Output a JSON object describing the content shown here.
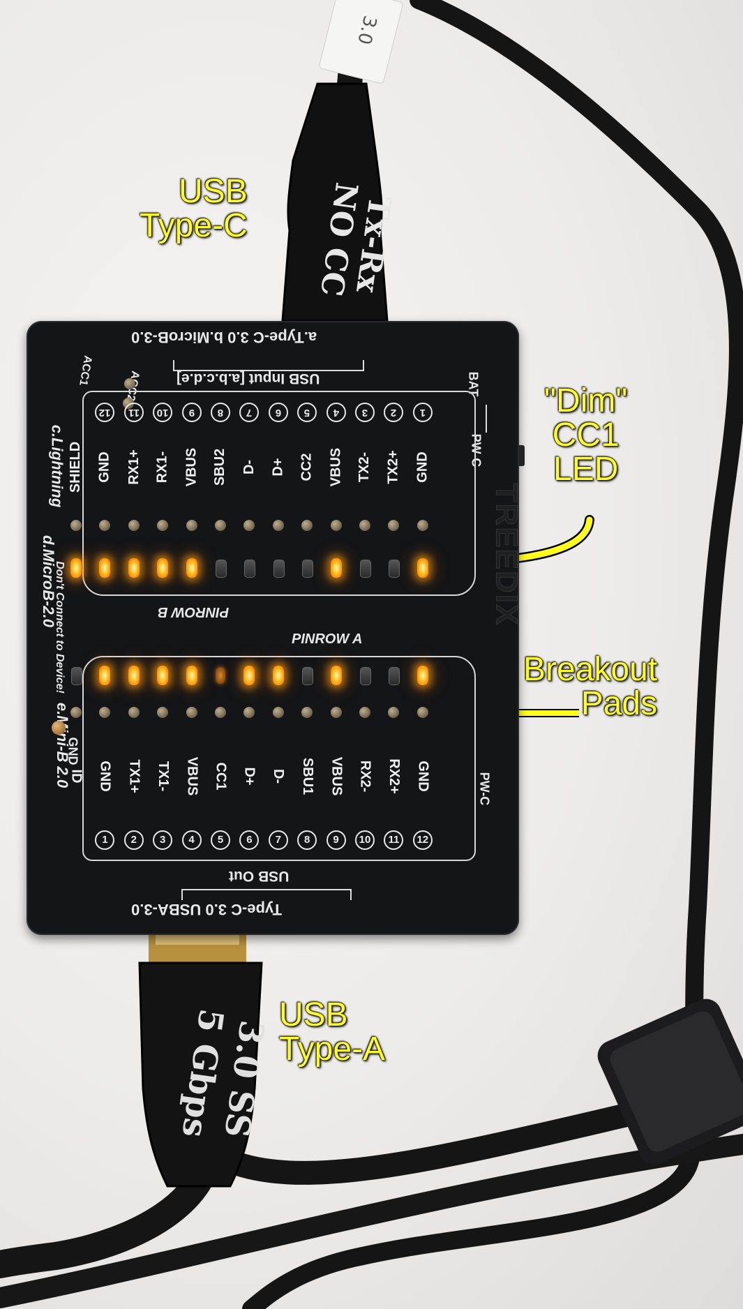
{
  "callouts": {
    "usb_c": [
      "USB",
      "Type-C"
    ],
    "dim_cc1": [
      "\"Dim\"",
      "CC1",
      "LED"
    ],
    "breakout": [
      "Breakout",
      "Pads"
    ],
    "usb_a": [
      "USB",
      "Type-A"
    ]
  },
  "cable_marks": {
    "top": [
      "Tx-Rx",
      "NO CC"
    ],
    "bottom": [
      "3.0 SS",
      "5 Gbps"
    ],
    "top_tag": "3.0"
  },
  "board": {
    "input_types": "a.Type-C 3.0   b.MicroB-3.0",
    "input_label": "USB Input [a.b.c.d.e]",
    "acc1": "ACC1",
    "acc2": "ACC2",
    "lightning": "c.Lightning",
    "bat": "BAT",
    "pwc_top": "PW-C",
    "pinrow_b": "PINROW B",
    "pinrow_a": "PINROW A",
    "dont_connect": "Don't Connect to Device!",
    "microb2": "d.MicroB-2.0",
    "minib": "e.Mini-B 2.0",
    "gnd_side": "GND",
    "brand": "TREEDIX",
    "pwc_side": "PW-C",
    "out_label": "USB Out",
    "out_types": "Type-C 3.0   USBA-3.0",
    "rowB_labels": [
      "GND",
      "TX2+",
      "TX2-",
      "VBUS",
      "CC2",
      "D+",
      "D-",
      "SBU2",
      "VBUS",
      "RX1-",
      "RX1+",
      "GND",
      "SHIELD"
    ],
    "rowB_nums": [
      "1",
      "2",
      "3",
      "4",
      "5",
      "6",
      "7",
      "8",
      "9",
      "10",
      "11",
      "12"
    ],
    "rowA_labels": [
      "ID",
      "GND",
      "TX1+",
      "TX1-",
      "VBUS",
      "CC1",
      "D+",
      "D-",
      "SBU1",
      "VBUS",
      "RX2-",
      "RX2+",
      "GND"
    ],
    "rowA_nums": [
      "1",
      "2",
      "3",
      "4",
      "5",
      "6",
      "7",
      "8",
      "9",
      "10",
      "11",
      "12"
    ],
    "rowB_leds": [
      "on",
      "off",
      "off",
      "on",
      "off",
      "off",
      "off",
      "off",
      "on",
      "on",
      "on",
      "on",
      "on"
    ],
    "rowA_leds": [
      "off",
      "on",
      "on",
      "on",
      "on",
      "dim",
      "on",
      "on",
      "off",
      "on",
      "off",
      "off",
      "on"
    ]
  },
  "colors": {
    "callout_text": "#ffff1a",
    "board": "#141517",
    "led_on": "#ffb020",
    "cable": "#121212"
  }
}
